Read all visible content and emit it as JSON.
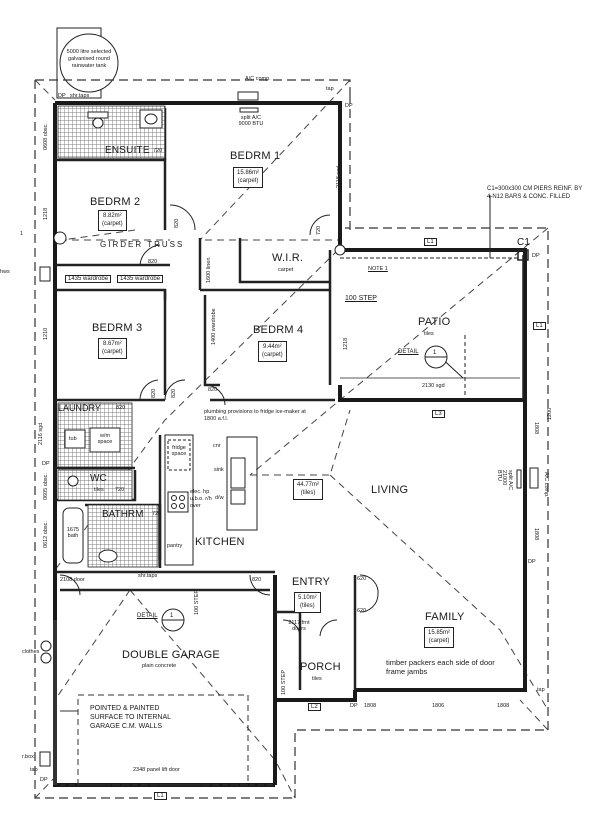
{
  "plan": {
    "title": "House floor plan",
    "rainwater_tank": "5000 litre selected galvanised round rainwater tank",
    "rooms": [
      {
        "id": "ensuite",
        "name": "ENSUITE",
        "dim": "720"
      },
      {
        "id": "bedrm1",
        "name": "BEDRM 1",
        "area": "15.86m²",
        "finish": "(carpet)"
      },
      {
        "id": "bedrm2",
        "name": "BEDRM 2",
        "area": "8.82m²",
        "finish": "(carpet)"
      },
      {
        "id": "bedrm3",
        "name": "BEDRM 3",
        "area": "8.67m²",
        "finish": "(carpet)"
      },
      {
        "id": "bedrm4",
        "name": "BEDRM 4",
        "area": "9.44m²",
        "finish": "(carpet)"
      },
      {
        "id": "wir",
        "name": "W.I.R.",
        "finish": "carpet"
      },
      {
        "id": "patio",
        "name": "PATIO",
        "finish": "tiles"
      },
      {
        "id": "laundry",
        "name": "LAUNDRY",
        "dim": "820"
      },
      {
        "id": "wc",
        "name": "WC",
        "finish": "tiles",
        "dim": "720"
      },
      {
        "id": "bathrm",
        "name": "BATHRM",
        "dim": "720"
      },
      {
        "id": "kitchen",
        "name": "KITCHEN"
      },
      {
        "id": "living",
        "name": "LIVING",
        "area": "44.77m²",
        "finish": "(tiles)"
      },
      {
        "id": "entry",
        "name": "ENTRY",
        "area": "5.10m²",
        "finish": "(tiles)"
      },
      {
        "id": "family",
        "name": "FAMILY",
        "area": "15.85m²",
        "finish": "(carpet)"
      },
      {
        "id": "porch",
        "name": "PORCH",
        "finish": "tiles"
      },
      {
        "id": "garage",
        "name": "DOUBLE GARAGE",
        "finish": "plain concrete"
      }
    ],
    "annotations": {
      "ac_comp_top": "A/C comp.",
      "split_ac_top": "split A/C 9000 BTU",
      "tap": "tap",
      "dp": "DP",
      "shr_taps": "shr.taps",
      "pier_note": "C1=300x300 CM PIERS REINF. BY 4-N12 BARS & CONC. FILLED",
      "c1": "C1",
      "girder_truss": "GIRDER TRUSS",
      "note1": "NOTE 1",
      "step_100": "100 STEP",
      "detail": "DETAIL",
      "detail_num": "1",
      "sgd_2130": "2130 sgd",
      "sgd_2118": "2118 sgd",
      "sgd_2116": "2116 sgd",
      "sgd_1218_a": "1218",
      "sgd_1218_b": "1218",
      "sgd_1210": "1210",
      "dim_1200": "1200",
      "wardrobe_1435_a": "1435 wardrobe",
      "wardrobe_1435_b": "1435 wardrobe",
      "wardrobe_1400": "1400 wardrobe",
      "linen_1600": "1600 linen",
      "door_820": "820",
      "door_720": "720",
      "door_620": "620",
      "obsc_0608": "0608 obsc.",
      "obsc_0605": "0605 obsc.",
      "obsc_0612": "0612 obsc.",
      "hws": "hws",
      "tub": "tub",
      "wm_space": "w/m space",
      "bath": "1675 bath",
      "plumbing_note": "plumbing provisions to fridge ice-maker at 1800 a.f.l.",
      "fridge_space": "fridge space",
      "elec_hp": "elec. hp u.b.o. r/h over",
      "sink": "sink",
      "dw": "d/w",
      "cnr": "cnr",
      "pantry": "pantry",
      "split_ac_living": "split A/C 21000 BTU",
      "ac_comp_right": "A/C comp.",
      "window_1808_a": "1808",
      "window_1808_b": "1808",
      "window_1806": "1806",
      "door_2108": "2108 door",
      "door_820_garage": "820",
      "frnt_doors": "2117 frnt doors",
      "timber_packers": "timber packers each side of door frame jambs",
      "pointed_painted": "POINTED & PAINTED SURFACE TO INTERNAL GARAGE C.M. WALLS",
      "panel_lift_door": "2348 panel lift door",
      "clothes": "clothes",
      "r_box": "r.box",
      "L1": "L1",
      "L2": "L2",
      "L3": "L3",
      "marker_1": "1"
    }
  }
}
